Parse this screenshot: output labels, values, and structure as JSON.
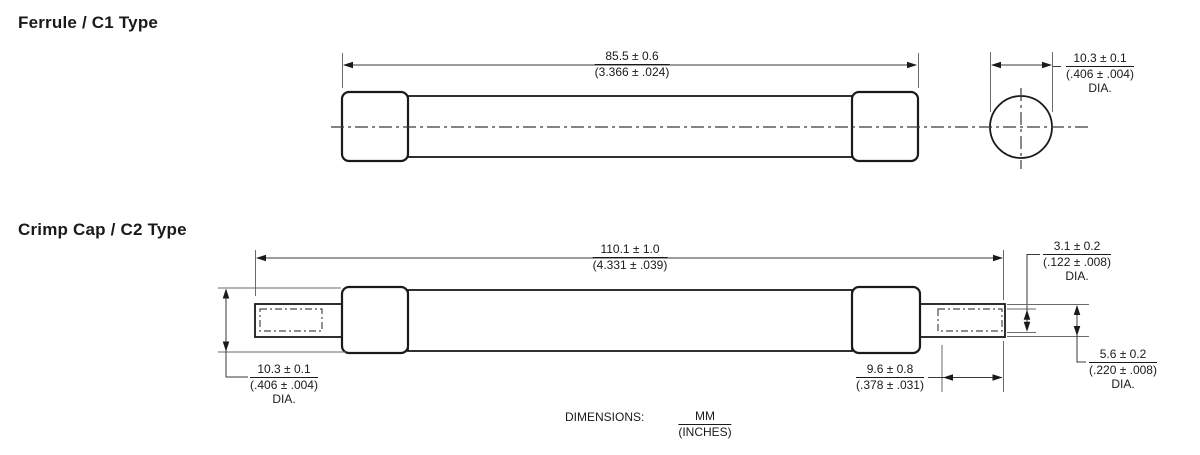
{
  "sections": {
    "ferrule_title": "Ferrule / C1 Type",
    "crimp_title": "Crimp Cap / C2 Type"
  },
  "ferrule": {
    "length_dim": {
      "mm": "85.5 ± 0.6",
      "in": "(3.366 ± .024)"
    },
    "dia_dim": {
      "mm": "10.3 ± 0.1",
      "in": "(.406 ± .004)",
      "suffix": "DIA."
    }
  },
  "crimp": {
    "length_dim": {
      "mm": "110.1 ± 1.0",
      "in": "(4.331 ± .039)"
    },
    "pin_dia_dim": {
      "mm": "3.1 ± 0.2",
      "in": "(.122 ± .008)",
      "suffix": "DIA."
    },
    "body_dia_dim": {
      "mm": "10.3 ± 0.1",
      "in": "(.406 ± .004)",
      "suffix": "DIA."
    },
    "pin_len_dim": {
      "mm": "9.6 ± 0.8",
      "in": "(.378 ± .031)"
    },
    "cap_dia_dim": {
      "mm": "5.6 ± 0.2",
      "in": "(.220 ± .008)",
      "suffix": "DIA."
    }
  },
  "footer": {
    "label": "DIMENSIONS:",
    "unit_top": "MM",
    "unit_bottom": "(INCHES)"
  },
  "colors": {
    "line": "#1a1a1a",
    "background": "#ffffff"
  }
}
